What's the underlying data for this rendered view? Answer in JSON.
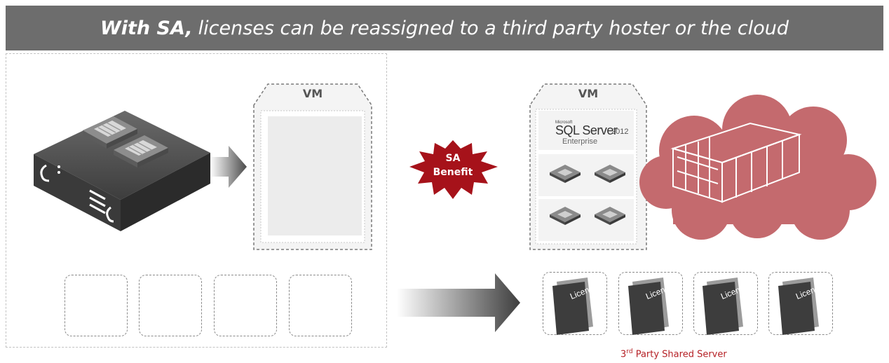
{
  "banner": {
    "title_bold": "With SA,",
    "title_rest": "licenses can be reassigned to a third party hoster or the cloud"
  },
  "vm_left": {
    "label": "VM"
  },
  "vm_right": {
    "label": "VM",
    "product": {
      "vendor": "Microsoft",
      "name": "SQL Server",
      "version": "2012",
      "edition": "Enterprise"
    }
  },
  "sa_badge": {
    "line1": "SA",
    "line2": "Benefit"
  },
  "licenses": [
    "License",
    "License",
    "License",
    "License"
  ],
  "caption": {
    "ordinal": "3",
    "suffix": "rd",
    "rest": "Party Shared Server"
  },
  "colors": {
    "banner": "#6d6d6d",
    "accent_red": "#a6121a",
    "cloud": "#c46a6e",
    "caption": "#b52025"
  }
}
